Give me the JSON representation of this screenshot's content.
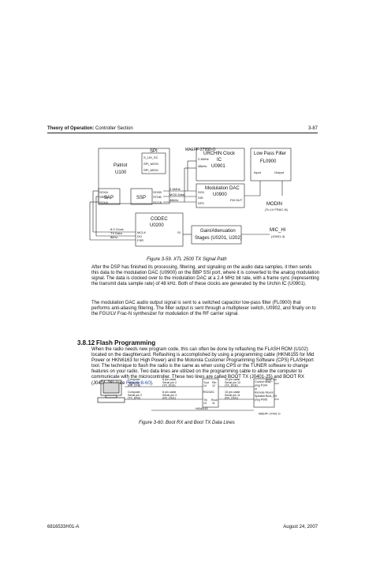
{
  "header": {
    "section_bold": "Theory of Operation:",
    "section_rest": " Controller Section",
    "page_number": "3-87"
  },
  "figure1": {
    "caption": "Figure 3-59.  XTL 2500 TX Signal Path",
    "ref": "MAEPF-27990-O",
    "patriot": {
      "title": "Patriot",
      "sub": "U100"
    },
    "spi": {
      "title": "SPI",
      "lines": [
        "S_UH_SC",
        "SPI_MOSI",
        "SPI_MISO"
      ]
    },
    "sap": "SAP",
    "ssp": "SSP",
    "sap_pins": [
      "SCKA",
      "SRDA",
      "SCKA"
    ],
    "ssp_pins": [
      "SCKB",
      "STDB",
      "SCCB"
    ],
    "codec": {
      "title": "CODEC",
      "sub": "U0200",
      "pins": [
        "MCLK",
        "DO",
        "FSR"
      ],
      "si": "SI"
    },
    "codec_inputs": [
      "8.0 Clock",
      "TX Data",
      "8kHz"
    ],
    "urchin": {
      "title": "URCHIN Clock",
      "line2": "IC",
      "sub": "U0901",
      "in1": "2.4MHz",
      "in2": "48kHz"
    },
    "dac": {
      "title": "Modulation DAC",
      "sub": "U0900",
      "pins": [
        "SCK",
        "SID",
        "SFS"
      ],
      "out": "FM OUT"
    },
    "bus": [
      "2.4MHz",
      "MOD Data",
      "48kHz"
    ],
    "lpf": {
      "title": "Low Pass Filter",
      "sub": "FL0900",
      "in": "Input",
      "out": "Output"
    },
    "gain": {
      "line1": "Gain/Attenuation",
      "line2": "Stages (U0201, U202)"
    },
    "modin": {
      "line1": "MODIN",
      "line2": "(To LV FRAC-N)"
    },
    "mic": {
      "line1": "MIC_HI",
      "line2": "(J0401-4)"
    }
  },
  "para1": "After the DSP has finished its processing, filtering, and signaling on the audio data samples, it then sends this data to the modulation DAC (U0900) on the BBP SSI port, where it is converted to the analog modulation signal. The data is clocked over to the modulation DAC at a 2.4 MHz bit rate, with a frame sync (representing the transmit data sample rate) of 48 kHz. Both of these clocks are generated by the Urchin IC (U0901).",
  "para2": "The modulation DAC audio output signal is sent to a switched capacitor low-pass filter (FL0900) that performs anti-aliasing filtering. The filter output is sent through a multiplexer switch, U0902, and finally on to the FGU/LV Frac-N synthesizer for modulation of the RF carrier signal.",
  "section": {
    "number": "3.8.12",
    "title": "Flash Programming"
  },
  "para3_main": "When the radio needs new program code, this can often be done by reflashing the FLASH ROM (U102) located on the daughtercard. Reflashing is accomplished by using a programming cable (HKN6155 for Mid Power or HKN6163 for High Power) and the Motorola Customer Programming Software (CPS) FLASHport tool. The technique to flash the radio is the same as when using CPS or the TUNER software to change features on your radio. Two data lines are utilized on the programming cable to allow the computer to communicate with the microcontroller. These two lines are called BOOT TX (J0401-25) and BOOT RX (J0401-26) (see ",
  "para3_link": "Figure 3-60",
  "para3_end": ").",
  "figure2": {
    "caption": "Figure 3-60.  Boot RX and Boot TX Data Lines",
    "ref": "MAEPF-27491-O",
    "computer_top": [
      "Computer",
      "Serial pin 3",
      "(RX_EFB)"
    ],
    "computer_bot": [
      "Computer",
      "Serial pin 2",
      "(TX_EFB)"
    ],
    "cable_a_top": [
      "8 pin cable",
      "Serial pin 2",
      "(TX_DCE)"
    ],
    "cable_a_bot": [
      "8 pin cable",
      "Serial pin 3",
      "(RX_DCE)"
    ],
    "chip": {
      "name": "RS232IC",
      "top": [
        "Tout",
        "14"
      ],
      "bot": [
        "Tin",
        "13"
      ],
      "rin": "Rin",
      "rout": "Rout",
      "nums": [
        "12",
        "11"
      ]
    },
    "cable_b_top": [
      "15 pin cable",
      "Serial pin 10",
      "(TX_DCE)"
    ],
    "cable_b_bot": [
      "15 pin cable",
      "Serial pin 11",
      "(RX_DCE)"
    ],
    "controlhead": [
      "Control head",
      "plug P104",
      "or",
      "Remote Mount",
      "Speaker",
      "plug P005"
    ],
    "boot_tx": "Boot_TX",
    "boot_rx": "Boot_RX",
    "part": "HKN6163"
  },
  "footer": {
    "left": "6816533H01-A",
    "right": "August 24, 2007"
  }
}
